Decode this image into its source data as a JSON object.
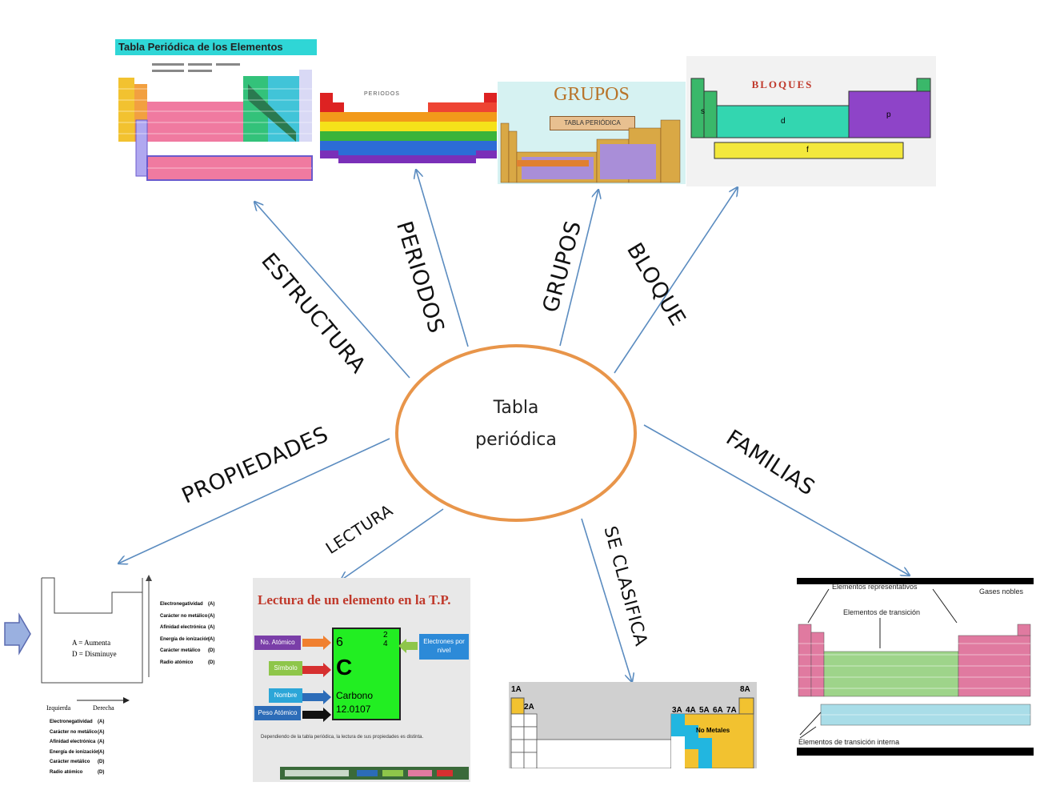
{
  "center": {
    "line1": "Tabla",
    "line2": "periódica"
  },
  "branches": {
    "estructura": "ESTRUCTURA",
    "periodos": "PERIODOS",
    "grupos": "GRUPOS",
    "bloque": "BLOQUE",
    "familias": "FAMILIAS",
    "se_clasifica": "SE CLASIFICA",
    "lectura": "LECTURA",
    "propiedades": "PROPIEDADES"
  },
  "images": {
    "estructura": {
      "title": "Tabla Periódica de los Elementos"
    },
    "periodos": {
      "title": "PERIODOS"
    },
    "grupos": {
      "title": "GRUPOS",
      "subtitle": "TABLA PERIÓDICA"
    },
    "bloques": {
      "title": "BLOQUES",
      "s": "s",
      "p": "p",
      "d": "d",
      "f": "f"
    },
    "familias": {
      "representativos": "Elementos representativos",
      "gases_nobles": "Gases nobles",
      "transicion": "Elementos de transición",
      "transicion_interna": "Elementos de transición interna"
    },
    "clasifica": {
      "g1": "1A",
      "g2": "2A",
      "g3": "3A",
      "g4": "4A",
      "g5": "5A",
      "g6": "6A",
      "g7": "7A",
      "g8": "8A",
      "no_metales": "No Metales"
    },
    "lectura": {
      "title": "Lectura de un elemento en la T.P.",
      "no_atomico": "No. Atómico",
      "simbolo": "Símbolo",
      "nombre": "Nombre",
      "peso": "Peso Atómico",
      "electrones": "Electrones por nivel",
      "num": "6",
      "sym": "C",
      "name": "Carbono",
      "weight": "12.0107",
      "levels": "2 4",
      "caption": "Dependiendo de la tabla periódica, la lectura de sus propiedades es distinta."
    },
    "propiedades": {
      "a": "A = Aumenta",
      "d": "D = Disminuye",
      "izq": "Izquierda",
      "der": "Derecha",
      "props": [
        "Electronegatividad",
        "Carácter no metálico",
        "Afinidad electrónica",
        "Energía de ionización",
        "Carácter metálico",
        "Radio atómico"
      ],
      "letters_right": [
        "(A)",
        "(A)",
        "(A)",
        "(A)",
        "(D)",
        "(D)"
      ],
      "letters_bottom": [
        "(A)",
        "(A)",
        "(A)",
        "(A)",
        "(D)",
        "(D)"
      ]
    }
  },
  "colors": {
    "arrow": "#5b8cc0",
    "ellipse": "#e8954a"
  }
}
